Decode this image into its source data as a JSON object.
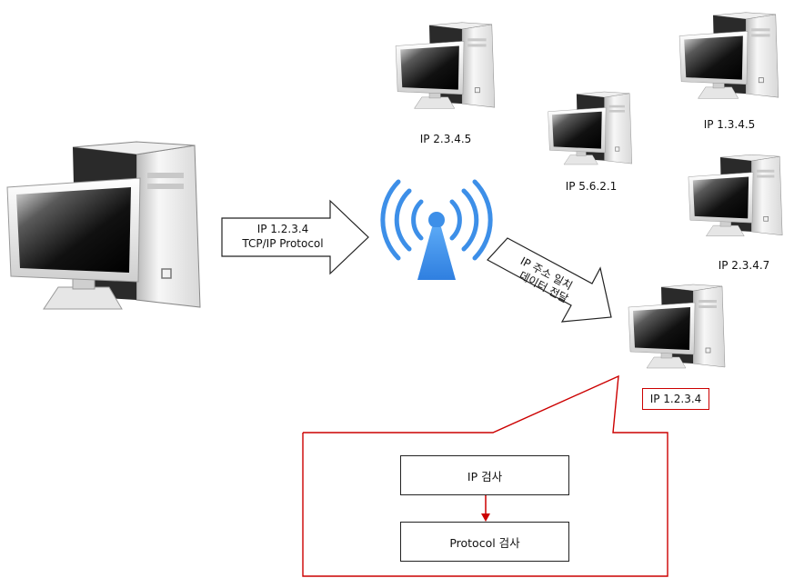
{
  "sender": {
    "arrow_line1": "IP 1.2.3.4",
    "arrow_line2": "TCP/IP  Protocol"
  },
  "computers": [
    {
      "label": "IP 2.3.4.5"
    },
    {
      "label": "IP 5.6.2.1"
    },
    {
      "label": "IP 1.3.4.5"
    },
    {
      "label": "IP 2.3.4.7"
    },
    {
      "label": "IP 1.2.3.4"
    }
  ],
  "forward_arrow": {
    "line1": "IP 주소 일치",
    "line2": "데이터 전달"
  },
  "checks": {
    "step1": "IP 검사",
    "step2": "Protocol  검사"
  },
  "colors": {
    "callout": "#cc0000",
    "antenna": "#3d8fe8"
  }
}
